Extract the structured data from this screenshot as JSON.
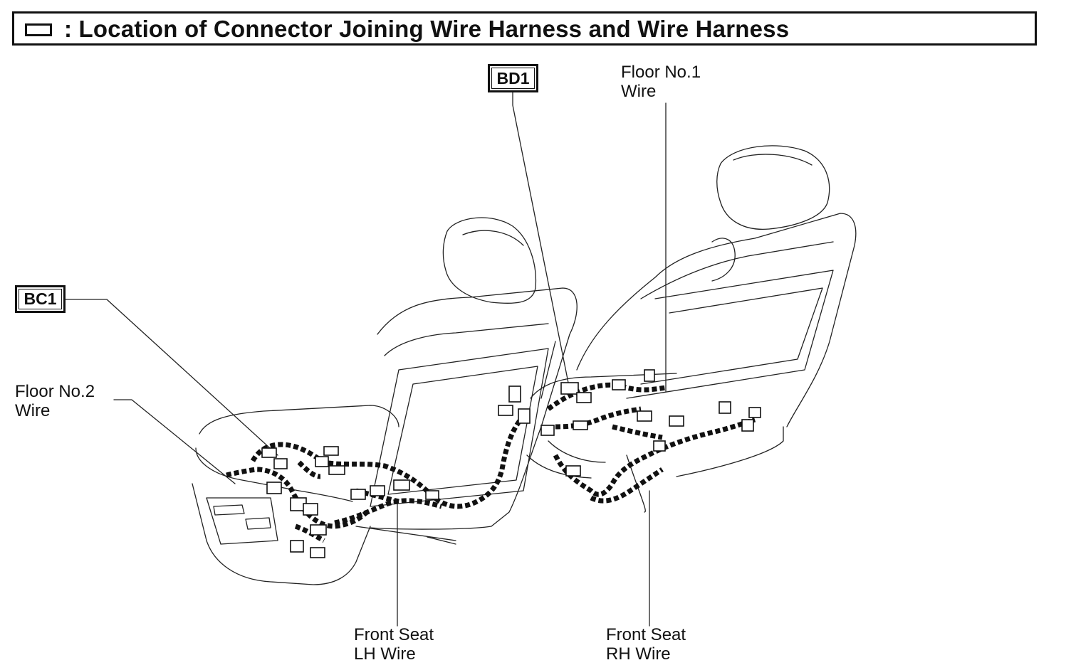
{
  "header": {
    "title": ": Location of Connector Joining Wire Harness and Wire Harness",
    "legend_icon": "connector-box-symbol"
  },
  "connectors": [
    {
      "code": "BC1"
    },
    {
      "code": "BD1"
    }
  ],
  "labels": {
    "floor_no2": [
      "Floor No.2",
      "Wire"
    ],
    "floor_no1": [
      "Floor No.1",
      "Wire"
    ],
    "front_seat_lh": [
      "Front Seat",
      "LH Wire"
    ],
    "front_seat_rh": [
      "Front Seat",
      "RH Wire"
    ]
  },
  "colors": {
    "ink": "#111111",
    "background": "#ffffff"
  }
}
